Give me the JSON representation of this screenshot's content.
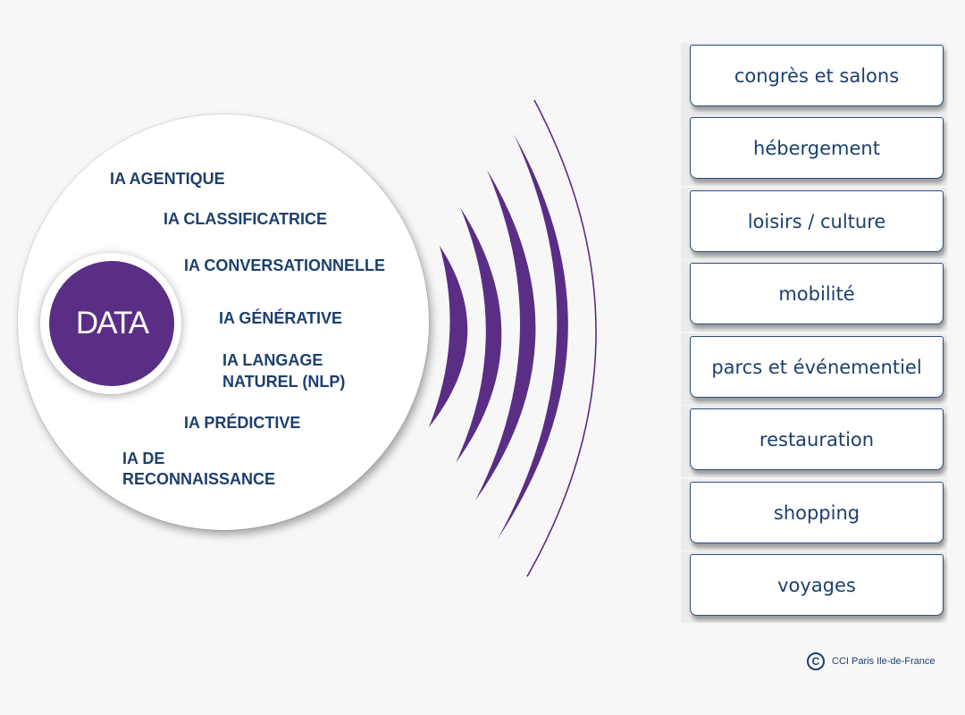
{
  "center": {
    "label": "DATA"
  },
  "ia_types": [
    "IA AGENTIQUE",
    "IA CLASSIFICATRICE",
    "IA CONVERSATIONNELLE",
    "IA GÉNÉRATIVE",
    "IA LANGAGE",
    "NATUREL (NLP)",
    "IA PRÉDICTIVE",
    "IA DE",
    "RECONNAISSANCE"
  ],
  "sectors": [
    "congrès et salons",
    "hébergement",
    "loisirs / culture",
    "mobilité",
    "parcs et événementiel",
    "restauration",
    "shopping",
    "voyages"
  ],
  "footer": {
    "copyright_symbol": "C",
    "copyright_text": "CCI Paris Ile-de-France"
  },
  "colors": {
    "accent": "#5a2e85",
    "text": "#1d3f6e",
    "background": "#f7f7f7"
  }
}
